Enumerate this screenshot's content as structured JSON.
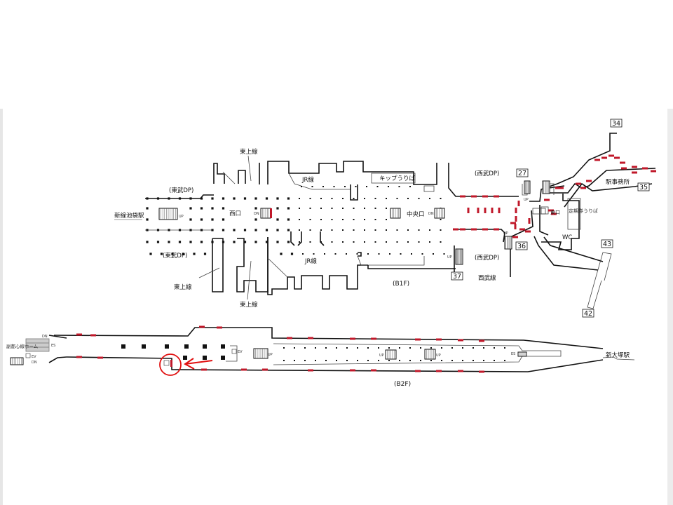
{
  "b1f": {
    "floor_label": "(B1F)",
    "tojo_line": "東上線",
    "jr_line": "JR線",
    "ticket_office": "キップうりば",
    "tobu_dp": "(東武DP)",
    "shinsen_ikebukuro": "新線池袋駅",
    "west_exit": "西口",
    "central_exit": "中央口",
    "seibu_dp": "(西武DP)",
    "seibu_line": "西武線",
    "station_office": "駅事務所",
    "commuter_pass_office": "定期券うりば",
    "wc": "WC",
    "east_exit": "東口",
    "up": "UP",
    "dn": "DN",
    "exits": {
      "e27": "27",
      "e34": "34",
      "e35": "35",
      "e36": "36",
      "e37": "37",
      "e42": "42",
      "e43": "43"
    }
  },
  "b2f": {
    "floor_label": "(B2F)",
    "fukutoshin_platform": "副都心線ホーム",
    "shin_otsuka": "新大塚駅",
    "up": "UP",
    "dn": "DN",
    "ev": "EV",
    "es": "ES"
  },
  "colors": {
    "exit_marker": "#c0182a",
    "highlight": "#e01010"
  }
}
